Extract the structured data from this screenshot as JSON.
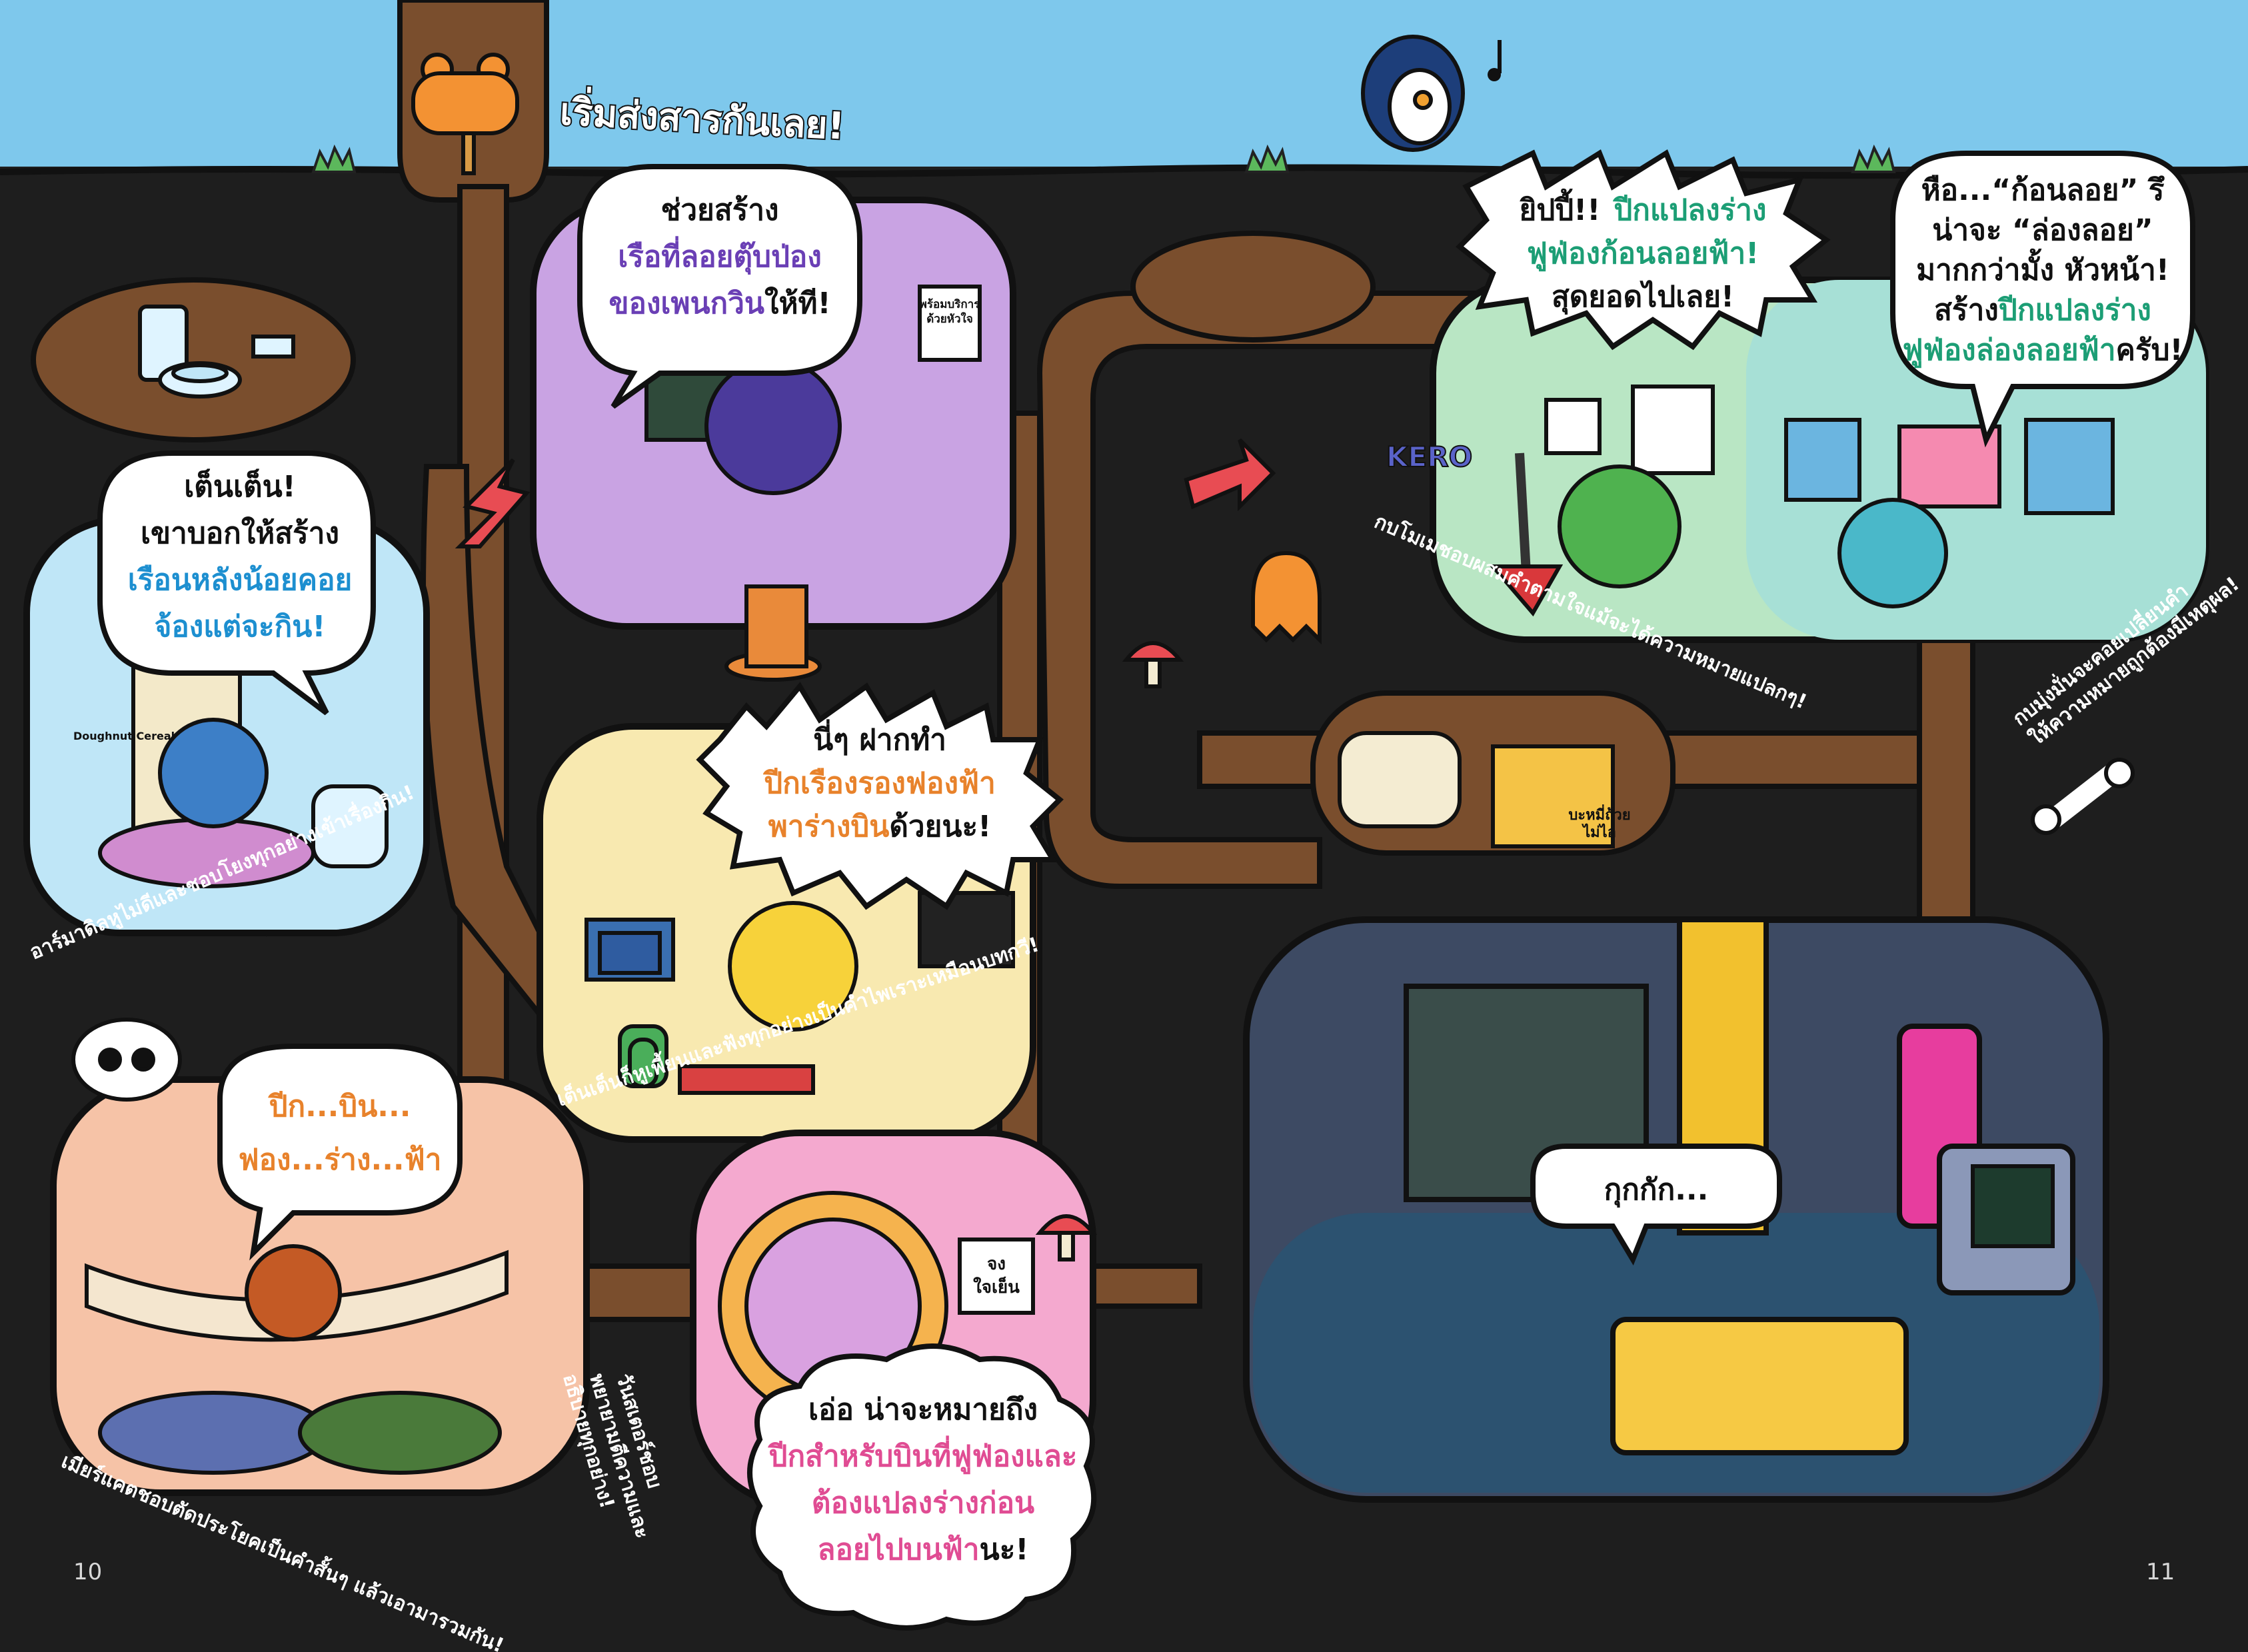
{
  "title": "เริ่มส่งสารกันเลย!",
  "page_numbers": {
    "left": "10",
    "right": "11"
  },
  "colors": {
    "sky": "#7ec8ec",
    "soil": "#1e1e1e",
    "tunnel": "#7a4e2d",
    "purple": "#c9a3e3",
    "blue_room": "#bfe6f7",
    "yellow_room": "#f8e9b0",
    "green_room": "#b9e6c4",
    "pink_room": "#f4a9cf",
    "peach_room": "#f6c3a7",
    "lab": "#3d4a63",
    "highlight_purple": "#6a3fb5",
    "highlight_blue": "#1d8fd0",
    "highlight_orange": "#e8822b",
    "highlight_green": "#1c9e75",
    "highlight_pink": "#e04c93"
  },
  "bubbles": {
    "top_purple": {
      "line1": "ช่วยสร้าง",
      "line2": "เรือที่ลอยตุ๊บป่อง",
      "line3a": "ของเพนกวิน",
      "line3b": "ให้ที!"
    },
    "left_blue": {
      "line1": "เต็นเต็น!",
      "line2": "เขาบอกให้สร้าง",
      "line3": "เรือนหลังน้อยคอย",
      "line4": "จ้องแต่จะกิน!"
    },
    "middle_yellow": {
      "line1": "นี่ๆ ฝากทำ",
      "line2": "ปีกเรืองรองฟองฟ้า",
      "line3a": "พาร่างบิน",
      "line3b": "ด้วยนะ!"
    },
    "bottom_left_orange": {
      "line1": "ปีก...บิน...",
      "line2": "ฟอง...ร่าง...ฟ้า"
    },
    "bottom_pink": {
      "line1": "เอ่อ น่าจะหมายถึง",
      "line2": "ปีกสำหรับบินที่ฟูฟ่องและ",
      "line3": "ต้องแปลงร่างก่อน",
      "line4a": "ลอยไปบนฟ้า",
      "line4b": "นะ!"
    },
    "top_green": {
      "line1a": "ยิปปี้!!",
      "line1b": "ปีกแปลงร่าง",
      "line2": "ฟูฟ่องก้อนลอยฟ้า!",
      "line3": "สุดยอดไปเลย!"
    },
    "top_right": {
      "line1": "หือ...“ก้อนลอย” รึ",
      "line2": "น่าจะ “ล่องลอย”",
      "line3": "มากกว่ามั้ง หัวหน้า!",
      "line4a": "สร้าง",
      "line4b": "ปีกแปลงร่าง",
      "line5a": "ฟูฟ่องล่องลอยฟ้า",
      "line5b": "ครับ!"
    },
    "lab": {
      "text": "กุกกัก..."
    }
  },
  "captions": {
    "blue_room": "อาร์มาดิลหูไม่ดีและชอบโยงทุกอย่างเข้าเรื่องกิน!",
    "yellow_room": "เต็นเต็นก็หูเพี้ยนและฟังทุกอย่างเป็นคำไพเราะเหมือนบทกวี!",
    "hammock_room": "เมียร์แคตชอบตัดประโยคเป็นคำสั้นๆ แล้วเอามารวมกัน!",
    "hamster_line1": "วันสเตอร์ชอบ",
    "hamster_line2": "พยายามตีความและ",
    "hamster_line3": "อธิบายทุกอย่าง!",
    "green_room": "กบโมเมชอบผสมคำตามใจแม้จะได้ความหมายแปลกๆ!",
    "right_line1": "กบมุ่งมั่นจะคอยเปลี่ยนคำ",
    "right_line2": "ให้ความหมายถูกต้องมีเหตุผล!"
  },
  "signs": {
    "pink_room_sign_line1": "จง",
    "pink_room_sign_line2": "ใจเย็น",
    "purple_room_poster_line1": "พร้อมบริการ",
    "purple_room_poster_line2": "ด้วยหัวใจ",
    "storage_box_line1": "บะหมี่ถ้วย",
    "storage_box_line2": "ไม่ไอ",
    "blue_room_bag": "Doughnut Cereal",
    "wall_tag": "KERO"
  },
  "icons": [
    "bear-sign-icon",
    "penguin-icon",
    "music-note-icon",
    "arrow-icon",
    "bone-icon",
    "skull-icon",
    "mushroom-icon",
    "ghost-icon",
    "guitar-icon",
    "radio-icon",
    "cactus-icon",
    "toilet-icon"
  ]
}
